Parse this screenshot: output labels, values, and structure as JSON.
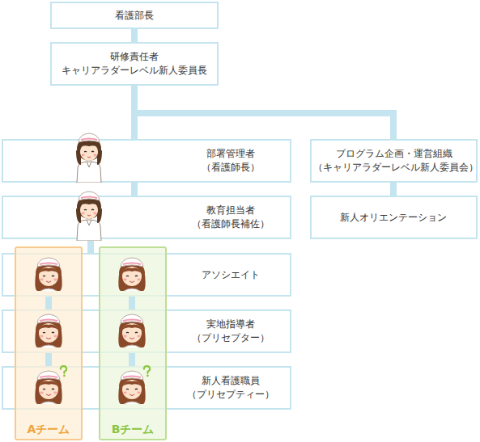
{
  "diagram": {
    "nodes": [
      {
        "text": [
          "看護部長"
        ]
      },
      {
        "text": [
          "研修責任者 キャリアラダーレベル新人委員長"
        ]
      },
      {
        "text": [
          "部署管理者 （看護師長）"
        ]
      },
      {
        "text": [
          "プログラム企画・運営組織 （キャリアラダーレベル新人委員会）"
        ]
      },
      {
        "text": [
          "教育担当者 （看護師長補佐）"
        ]
      },
      {
        "text": [
          "新人オリエンテーション"
        ]
      },
      {
        "text": [
          "アソシエイト"
        ]
      },
      {
        "text": [
          "実地指導者 （プリセプター）"
        ]
      },
      {
        "text": [
          "新人看護職員 （プリセプティー）"
        ]
      },
      {
        "text": [
          "Aチーム"
        ]
      },
      {
        "text": [
          "Bチーム"
        ]
      }
    ],
    "edges": [
      {
        "from": 0,
        "to": 1,
        "arrow": "none"
      },
      {
        "from": 1,
        "to": 2,
        "arrow": "none"
      },
      {
        "from": 1,
        "to": 3,
        "arrow": "none"
      },
      {
        "from": 2,
        "to": 4,
        "arrow": "none"
      },
      {
        "from": 3,
        "to": 5,
        "arrow": "none"
      },
      {
        "from": 4,
        "to": 6,
        "arrow": "none"
      },
      {
        "from": 6,
        "to": 7,
        "arrow": "none"
      },
      {
        "from": 7,
        "to": 8,
        "arrow": "none"
      }
    ]
  }
}
